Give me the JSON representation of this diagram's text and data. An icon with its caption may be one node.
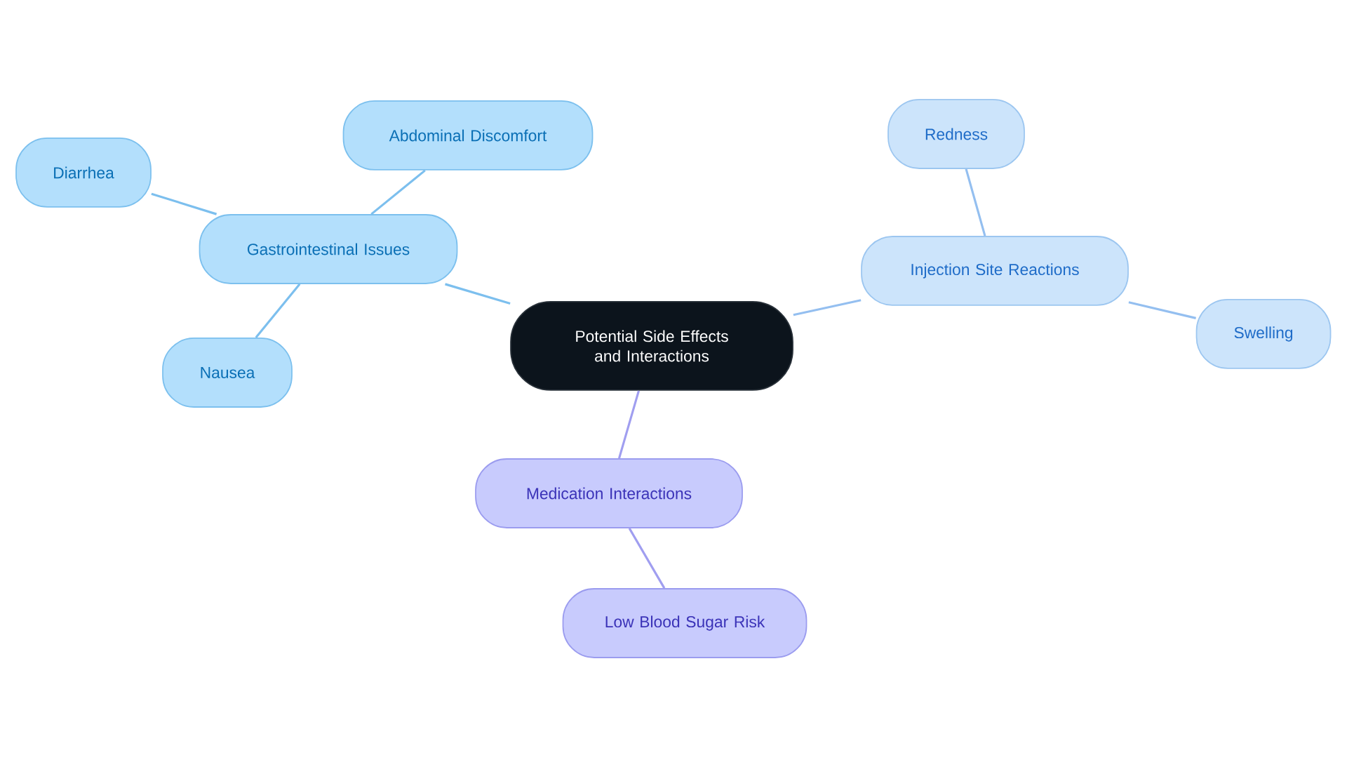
{
  "diagram": {
    "nodes": [
      {
        "text": [
          "Potential Side Effects and Interactions"
        ]
      },
      {
        "text": [
          "Gastrointestinal Issues"
        ]
      },
      {
        "text": [
          "Abdominal Discomfort"
        ]
      },
      {
        "text": [
          "Diarrhea"
        ]
      },
      {
        "text": [
          "Nausea"
        ]
      },
      {
        "text": [
          "Injection Site Reactions"
        ]
      },
      {
        "text": [
          "Redness"
        ]
      },
      {
        "text": [
          "Swelling"
        ]
      },
      {
        "text": [
          "Medication Interactions"
        ]
      },
      {
        "text": [
          "Low Blood Sugar Risk"
        ]
      }
    ],
    "edges": [
      {
        "from": 0,
        "to": 1,
        "arrow": "none"
      },
      {
        "from": 1,
        "to": 2,
        "arrow": "none"
      },
      {
        "from": 1,
        "to": 3,
        "arrow": "none"
      },
      {
        "from": 1,
        "to": 4,
        "arrow": "none"
      },
      {
        "from": 0,
        "to": 5,
        "arrow": "none",
        "color": "#94bff0"
      },
      {
        "from": 5,
        "to": 6,
        "arrow": "none",
        "color": "#94bff0"
      },
      {
        "from": 5,
        "to": 7,
        "arrow": "none",
        "color": "#94bff0"
      },
      {
        "from": 0,
        "to": 8,
        "arrow": "none",
        "color": "#a09ef0"
      },
      {
        "from": 8,
        "to": 9,
        "arrow": "none",
        "color": "#a09ef0"
      }
    ]
  }
}
